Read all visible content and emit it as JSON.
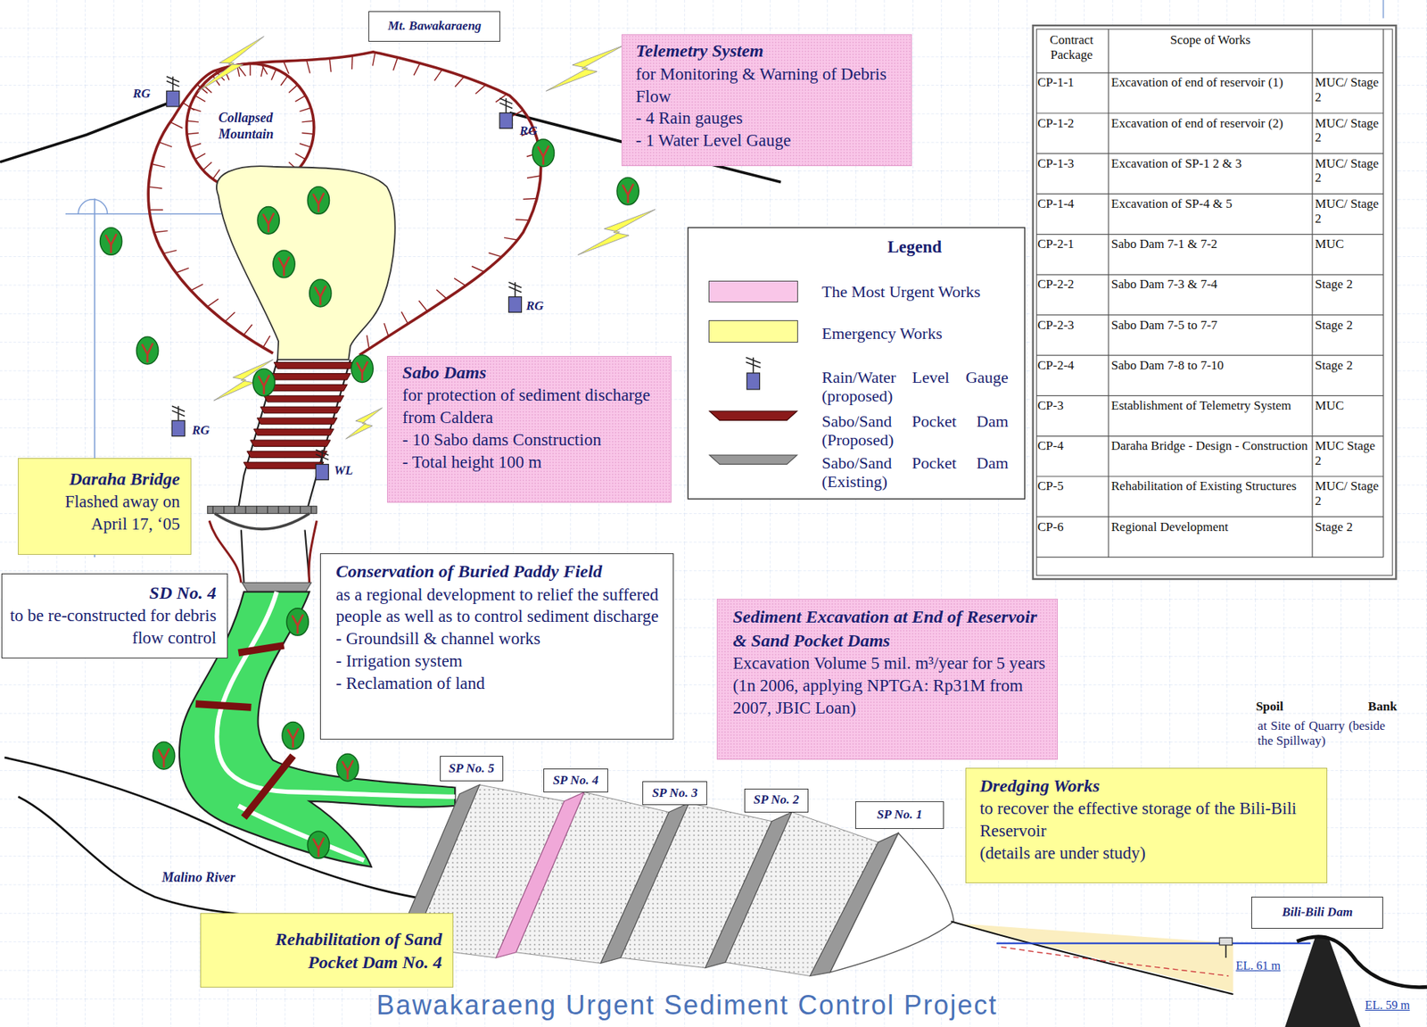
{
  "diagram": {
    "caption": "Bawakaraeng Urgent Sediment Control Project",
    "nodes": [
      {
        "text": [
          "Mt. Bawakaraeng"
        ]
      },
      {
        "text": [
          "Telemetry System",
          "for Monitoring & Warning of Debris Flow",
          "- 4 Rain gauges",
          "- 1 Water Level Gauge"
        ]
      },
      {
        "text": [
          "Sabo Dams",
          "for protection of sediment discharge from Caldera",
          "- 10 Sabo dams Construction",
          "- Total height 100 m"
        ]
      },
      {
        "text": [
          "Daraha Bridge",
          "Flashed away on April 17, ‘05"
        ]
      },
      {
        "text": [
          "SD No. 4",
          "to be re-constructed for debris flow control"
        ]
      },
      {
        "text": [
          "Conservation of Buried Paddy Field",
          "as a regional development to relief the suffered people as well as to control sediment discharge",
          "- Groundsill & channel works",
          "- Irrigation system",
          "- Reclamation of land"
        ]
      },
      {
        "text": [
          "Sediment Excavation at End of Reservoir & Sand Pocket Dams",
          "Excavation Volume 5 mil. m³/year for 5 years",
          "(1n 2006, applying NPTGA: Rp31M from 2007, JBIC Loan)"
        ]
      },
      {
        "text": [
          "SP No. 5"
        ]
      },
      {
        "text": [
          "SP No. 4"
        ]
      },
      {
        "text": [
          "SP No. 3"
        ]
      },
      {
        "text": [
          "SP No. 2"
        ]
      },
      {
        "text": [
          "SP No. 1"
        ]
      },
      {
        "text": [
          "Dredging Works",
          "to recover the effective storage of the Bili-Bili Reservoir",
          "(details are under study)"
        ]
      },
      {
        "text": [
          "Rehabilitation of Sand Pocket Dam No. 4"
        ]
      },
      {
        "text": [
          "Bili-Bili Dam"
        ]
      }
    ],
    "labels": [
      "Collapsed Mountain",
      "RG",
      "RG",
      "RG",
      "RG",
      "WL",
      "Legend",
      "Malino River",
      "Spoil Bank",
      "at Site of Quarry (beside the Spillway)",
      "EL. 61 m",
      "EL. 59 m",
      "Contract Package",
      "Scope of Works",
      "CP-1-1",
      "Excavation of end of reservoir (1)",
      "MUC/ Stage 2",
      "CP-1-2",
      "Excavation of end of reservoir (2)",
      "MUC/ Stage 2",
      "CP-1-3",
      "Excavation of SP-1 2 & 3",
      "MUC/ Stage 2",
      "CP-1-4",
      "Excavation of SP-4 & 5",
      "MUC/ Stage 2",
      "CP-2-1",
      "Sabo Dam 7-1 & 7-2",
      "MUC",
      "CP-2-2",
      "Sabo Dam 7-3 & 7-4",
      "Stage 2",
      "CP-2-3",
      "Sabo Dam 7-5 to 7-7",
      "Stage 2",
      "CP-2-4",
      "Sabo Dam 7-8 to 7-10",
      "Stage 2",
      "CP-3",
      "Establishment of Telemetry System",
      "MUC",
      "CP-4",
      "Daraha Bridge - Design - Construction",
      "MUC Stage 2",
      "CP-5",
      "Rehabilitation of Existing Structures",
      "MUC/ Stage 2",
      "CP-6",
      "Regional Development",
      "Stage 2"
    ],
    "legend": [
      {
        "text": "The Most Urgent Works",
        "color": "#f9c6e8"
      },
      {
        "text": "Emergency Works",
        "color": "#ffff99"
      },
      {
        "text": "Rain/Water Level Gauge (proposed)"
      },
      {
        "text": "Sabo/Sand Pocket Dam (Proposed)"
      },
      {
        "text": "Sabo/Sand Pocket Dam (Existing)"
      }
    ]
  }
}
